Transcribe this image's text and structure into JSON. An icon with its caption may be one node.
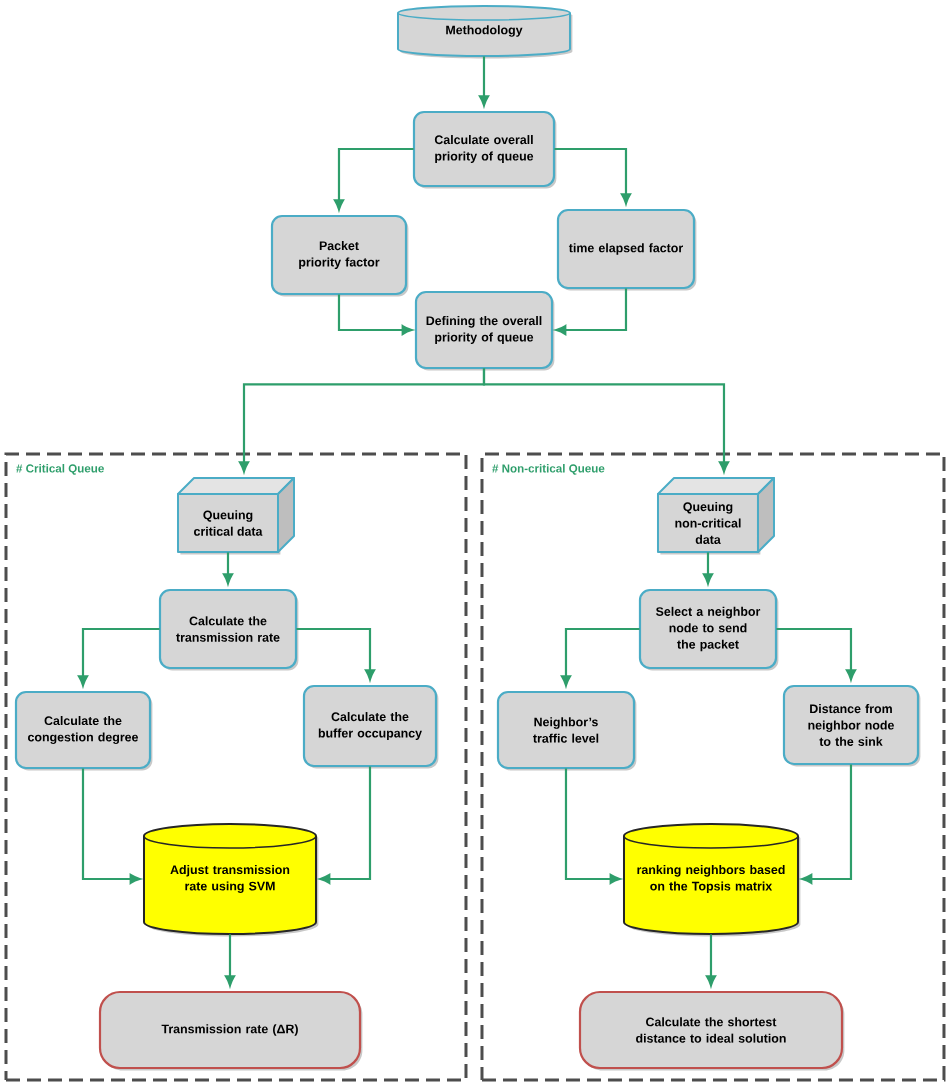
{
  "diagram": {
    "nodes": [
      {
        "text": [
          "Methodology"
        ]
      },
      {
        "text": [
          "Calculate overall priority of queue"
        ]
      },
      {
        "text": [
          "Packet priority factor"
        ]
      },
      {
        "text": [
          "time elapsed factor"
        ]
      },
      {
        "text": [
          "Defining the overall priority of queue"
        ]
      },
      {
        "text": [
          "# Critical Queue"
        ]
      },
      {
        "text": [
          "Queuing critical data"
        ],
        "in": 5
      },
      {
        "text": [
          "Calculate the transmission rate"
        ],
        "in": 5
      },
      {
        "text": [
          "Calculate the congestion degree"
        ],
        "in": 5
      },
      {
        "text": [
          "Calculate the buffer occupancy"
        ],
        "in": 5
      },
      {
        "text": [
          "Adjust transmission rate using SVM"
        ],
        "in": 5
      },
      {
        "text": [
          "Transmission rate (ΔR)"
        ],
        "in": 5
      },
      {
        "text": [
          "# Non-critical Queue"
        ]
      },
      {
        "text": [
          "Queuing non-critical data"
        ],
        "in": 12
      },
      {
        "text": [
          "Select a neighbor node to send the packet"
        ],
        "in": 12
      },
      {
        "text": [
          "Neighbor’s traffic level"
        ],
        "in": 12
      },
      {
        "text": [
          "Distance from neighbor node to the sink"
        ],
        "in": 12
      },
      {
        "text": [
          "ranking neighbors based on the Topsis matrix"
        ],
        "in": 12
      },
      {
        "text": [
          "Calculate the shortest distance to ideal solution"
        ],
        "in": 12
      }
    ],
    "edges": [
      {
        "from": 0,
        "to": 1,
        "arrow": "to"
      },
      {
        "from": 1,
        "to": 2,
        "arrow": "to"
      },
      {
        "from": 1,
        "to": 3,
        "arrow": "to"
      },
      {
        "from": 2,
        "to": 4,
        "arrow": "to"
      },
      {
        "from": 3,
        "to": 4,
        "arrow": "to"
      },
      {
        "from": 4,
        "to": 6,
        "arrow": "to"
      },
      {
        "from": 4,
        "to": 13,
        "arrow": "to"
      },
      {
        "from": 6,
        "to": 7,
        "arrow": "to"
      },
      {
        "from": 7,
        "to": 8,
        "arrow": "to"
      },
      {
        "from": 7,
        "to": 9,
        "arrow": "to"
      },
      {
        "from": 8,
        "to": 10,
        "arrow": "to"
      },
      {
        "from": 9,
        "to": 10,
        "arrow": "to"
      },
      {
        "from": 10,
        "to": 11,
        "arrow": "to"
      },
      {
        "from": 13,
        "to": 14,
        "arrow": "to"
      },
      {
        "from": 14,
        "to": 15,
        "arrow": "to"
      },
      {
        "from": 14,
        "to": 16,
        "arrow": "to"
      },
      {
        "from": 15,
        "to": 17,
        "arrow": "to"
      },
      {
        "from": 16,
        "to": 17,
        "arrow": "to"
      },
      {
        "from": 17,
        "to": 18,
        "arrow": "to"
      }
    ]
  }
}
